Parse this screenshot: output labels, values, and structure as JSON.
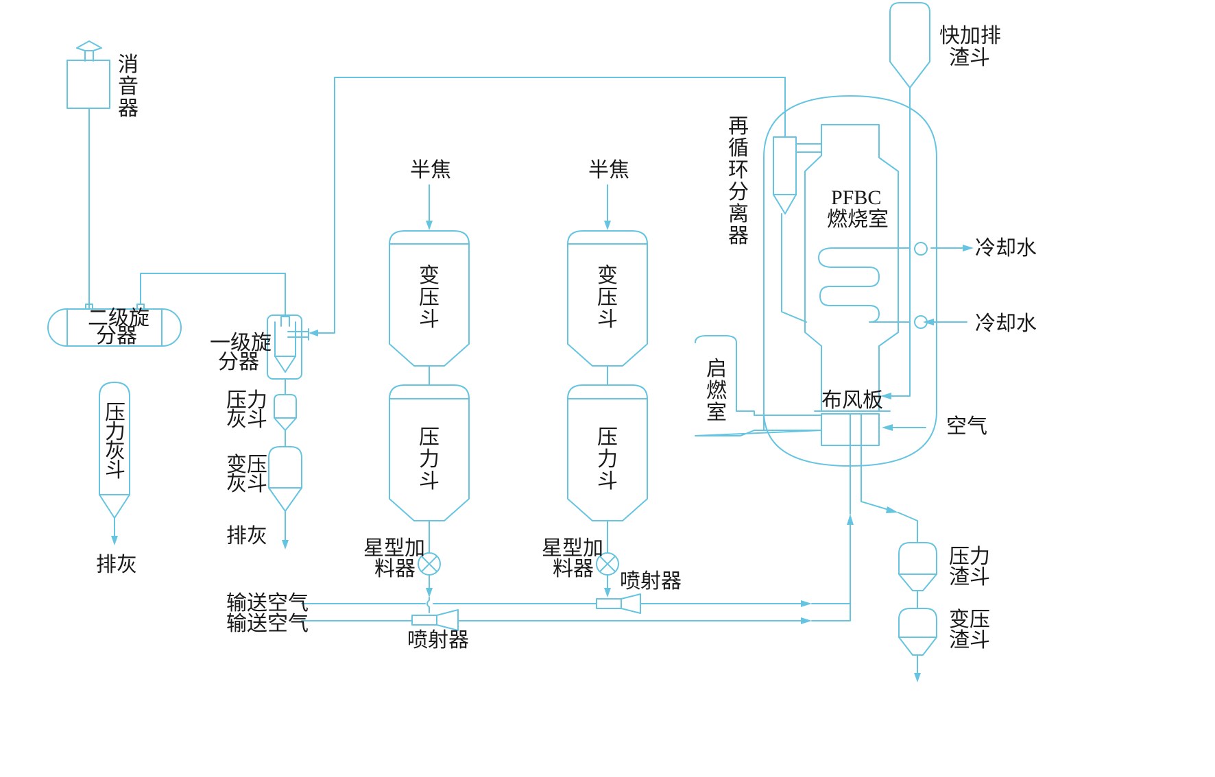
{
  "labels": {
    "muffler": [
      "消",
      "音",
      "器"
    ],
    "secondary_cyclone": [
      "二级旋",
      "分器"
    ],
    "primary_cyclone": [
      "一级旋",
      "分器"
    ],
    "pressure_ash_hopper_small": [
      "压力",
      "灰斗"
    ],
    "variable_pressure_ash_hopper": [
      "变压",
      "灰斗"
    ],
    "ash_discharge_right": "排灰",
    "pressure_ash_hopper_left": [
      "压",
      "力",
      "灰",
      "斗"
    ],
    "ash_discharge_left": "排灰",
    "semicoke_1": "半焦",
    "semicoke_2": "半焦",
    "lock_hopper_1": [
      "变",
      "压",
      "斗"
    ],
    "lock_hopper_2": [
      "变",
      "压",
      "斗"
    ],
    "pressure_hopper_1": [
      "压",
      "力",
      "斗"
    ],
    "pressure_hopper_2": [
      "压",
      "力",
      "斗"
    ],
    "star_feeder_1": [
      "星型加",
      "料器"
    ],
    "star_feeder_2": [
      "星型加",
      "料器"
    ],
    "ejector_1": "喷射器",
    "ejector_2": "喷射器",
    "conveying_air_1": "输送空气",
    "conveying_air_2": "输送空气",
    "recycle_separator": [
      "再",
      "循",
      "环",
      "分",
      "离",
      "器"
    ],
    "pfbc": "PFBC",
    "combustor": "燃烧室",
    "cooling_water_out": "冷却水",
    "cooling_water_in": "冷却水",
    "quick_slag_hopper": [
      "快加排",
      "渣斗"
    ],
    "startup_combustor": [
      "启",
      "燃",
      "室"
    ],
    "distributor_plate": "布风板",
    "air": "空气",
    "pressure_slag_hopper": [
      "压力",
      "渣斗"
    ],
    "variable_pressure_slag_hopper": [
      "变压",
      "渣斗"
    ]
  },
  "colors": {
    "line": "#66c4e0",
    "text": "#1a1a1a",
    "background": "#ffffff"
  }
}
